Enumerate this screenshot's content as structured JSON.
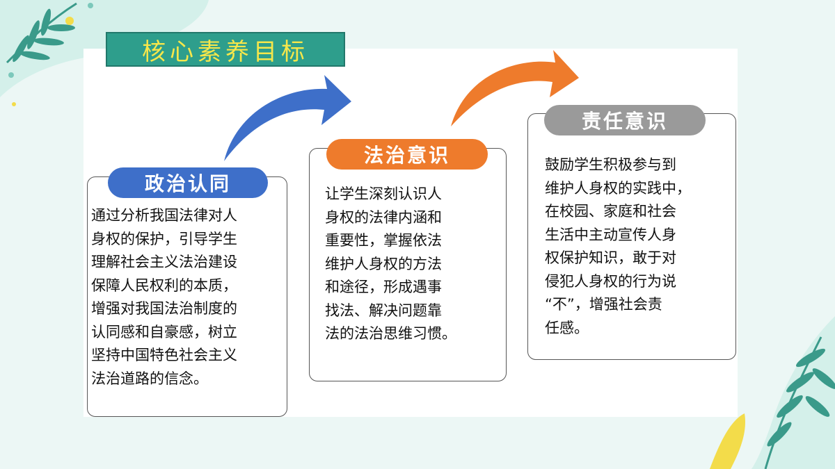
{
  "title": "核心素养目标",
  "colors": {
    "title_bg": "#2e9e8c",
    "title_text": "#f7e74a",
    "pill1": "#3e6fc9",
    "pill2": "#ee7b2c",
    "pill3": "#9a9a9a",
    "arrow1": "#3e6fc9",
    "arrow2": "#ee7b2c"
  },
  "cards": [
    {
      "heading": "政治认同",
      "body": "通过分析我国法律对人\n身权的保护，引导学生\n理解社会主义法治建设\n保障人民权利的本质，\n增强对我国法治制度的\n认同感和自豪感，树立\n坚持中国特色社会主义\n法治道路的信念。"
    },
    {
      "heading": "法治意识",
      "body": "让学生深刻认识人\n身权的法律内涵和\n重要性，掌握依法\n维护人身权的方法\n和途径，形成遇事\n找法、解决问题靠\n法的法治思维习惯。"
    },
    {
      "heading": "责任意识",
      "body": "鼓励学生积极参与到\n维护人身权的实践中，\n在校园、家庭和社会\n生活中主动宣传人身\n权保护知识，敢于对\n侵犯人身权的行为说\n“不”，增强社会责\n任感。"
    }
  ]
}
